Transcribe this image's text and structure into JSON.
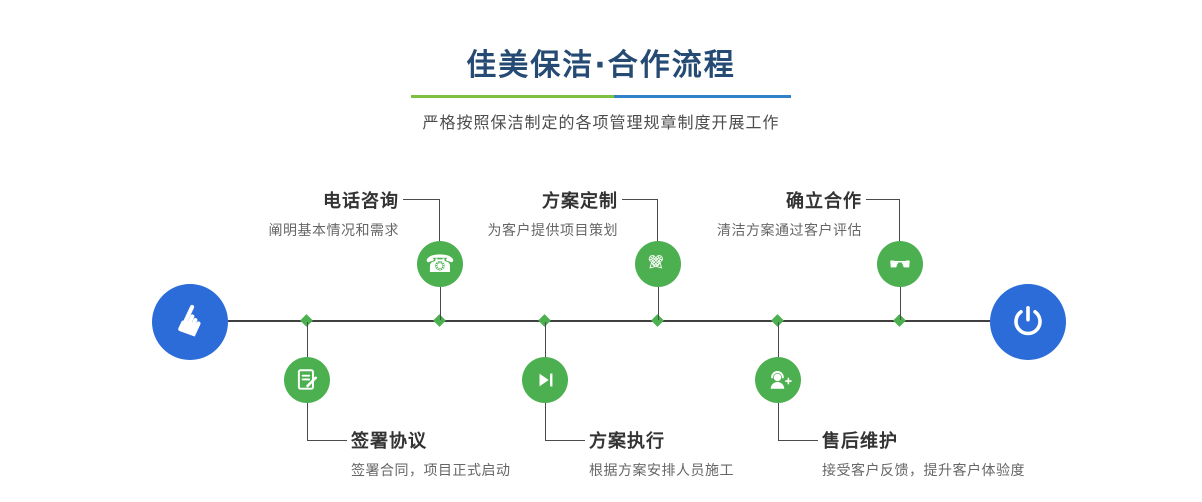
{
  "header": {
    "title": "佳美保洁·合作流程",
    "subtitle": "严格按照保洁制定的各项管理规章制度开展工作",
    "divider_colors": [
      "#7cc142",
      "#3181c8"
    ]
  },
  "colors": {
    "title_navy": "#254a74",
    "step_green": "#4cb050",
    "node_blue": "#2b6cd9",
    "line_gray": "#404040"
  },
  "timeline": {
    "start_icon": "hand-pointer-icon",
    "end_icon": "power-icon",
    "steps_top": [
      {
        "title": "电话咨询",
        "desc": "阐明基本情况和需求",
        "icon": "phone-icon"
      },
      {
        "title": "方案定制",
        "desc": "为客户提供项目策划",
        "icon": "crossed-pencils-icon"
      },
      {
        "title": "确立合作",
        "desc": "清洁方案通过客户评估",
        "icon": "handshake-icon"
      }
    ],
    "steps_bottom": [
      {
        "title": "签署协议",
        "desc": "签署合同，项目正式启动",
        "icon": "contract-icon"
      },
      {
        "title": "方案执行",
        "desc": "根据方案安排人员施工",
        "icon": "play-icon"
      },
      {
        "title": "售后维护",
        "desc": "接受客户反馈，提升客户体验度",
        "icon": "headset-icon"
      }
    ]
  }
}
